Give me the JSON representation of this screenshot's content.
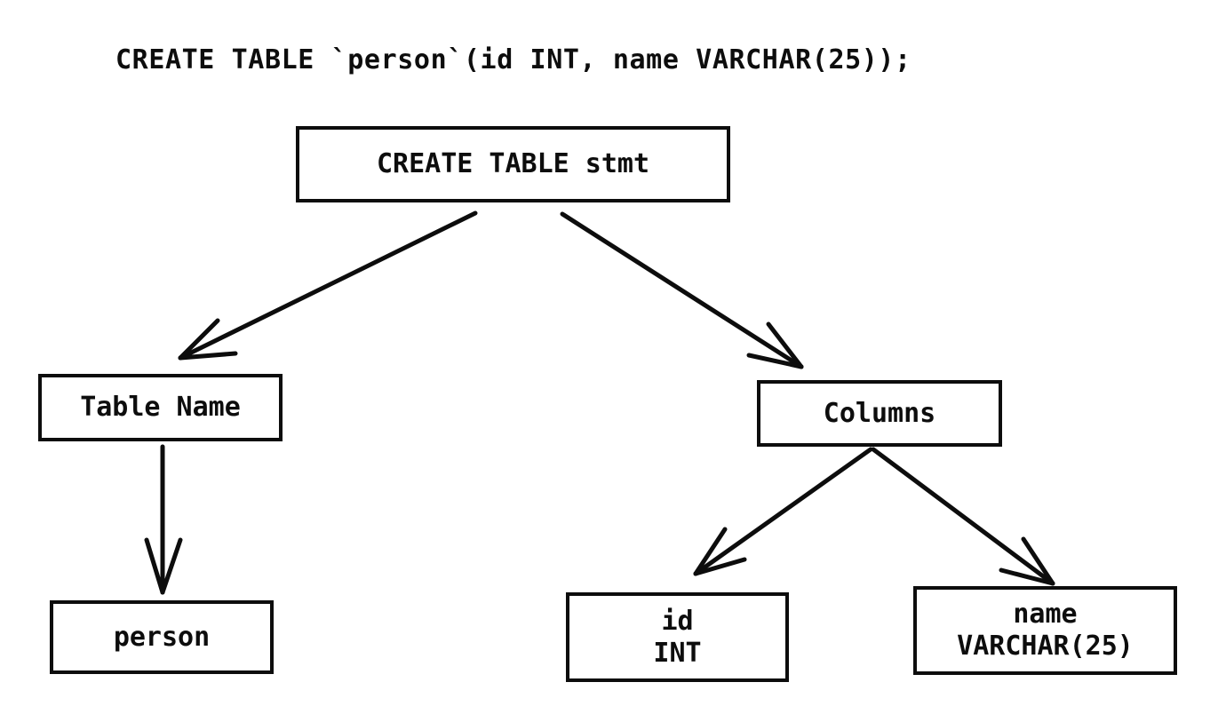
{
  "title_code": "CREATE TABLE `person`(id INT, name VARCHAR(25));",
  "colors": {
    "ink": "#0d0d0d",
    "background": "#ffffff"
  },
  "nodes": {
    "root": {
      "label": "CREATE TABLE stmt"
    },
    "table_name": {
      "label": "Table Name"
    },
    "columns": {
      "label": "Columns"
    },
    "person": {
      "label": "person"
    },
    "id_col": {
      "name": "id",
      "type": "INT"
    },
    "name_col": {
      "name": "name",
      "type": "VARCHAR(25)"
    }
  },
  "edges": [
    {
      "from": "create-table-stmt",
      "to": "table-name"
    },
    {
      "from": "create-table-stmt",
      "to": "columns"
    },
    {
      "from": "table-name",
      "to": "person"
    },
    {
      "from": "columns",
      "to": "id-int"
    },
    {
      "from": "columns",
      "to": "name-varchar-25"
    }
  ]
}
